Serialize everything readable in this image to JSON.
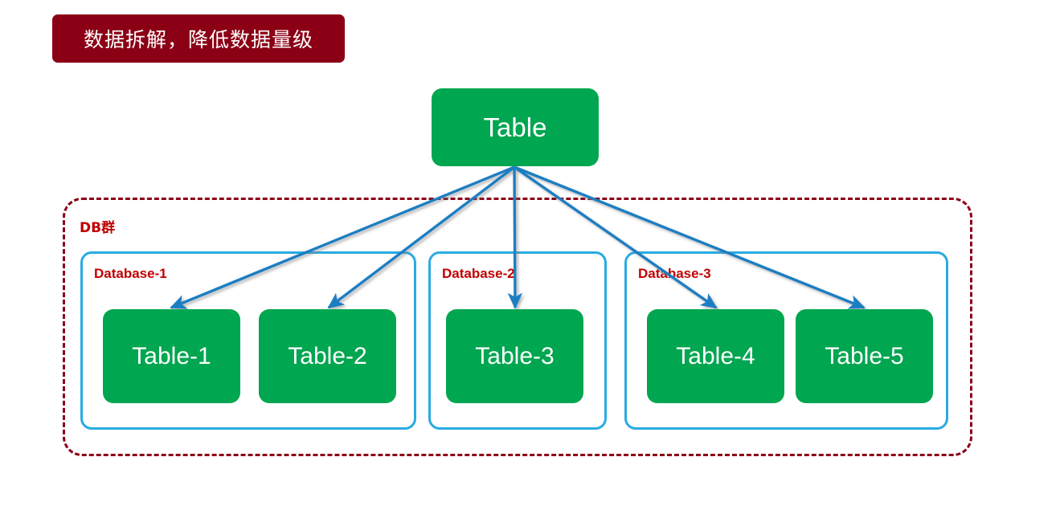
{
  "banner": {
    "text": "数据拆解，降低数据量级",
    "background_color": "#8B0015",
    "text_color": "#FFFFFF"
  },
  "diagram": {
    "type": "tree",
    "root": {
      "label": "Table",
      "color": "#00A650"
    },
    "group": {
      "label": "DB群",
      "border_color": "#8B0015",
      "border_style": "dashed"
    },
    "databases": [
      {
        "label": "Database-1",
        "border_color": "#29ABE2",
        "tables": [
          {
            "label": "Table-1",
            "color": "#00A650"
          },
          {
            "label": "Table-2",
            "color": "#00A650"
          }
        ]
      },
      {
        "label": "Database-2",
        "border_color": "#29ABE2",
        "tables": [
          {
            "label": "Table-3",
            "color": "#00A650"
          }
        ]
      },
      {
        "label": "Database-3",
        "border_color": "#29ABE2",
        "tables": [
          {
            "label": "Table-4",
            "color": "#00A650"
          },
          {
            "label": "Table-5",
            "color": "#00A650"
          }
        ]
      }
    ],
    "connectors": {
      "color": "#1F7EC2",
      "count": 5,
      "origin": "Table",
      "targets": [
        "Table-1",
        "Table-2",
        "Table-3",
        "Table-4",
        "Table-5"
      ]
    }
  }
}
